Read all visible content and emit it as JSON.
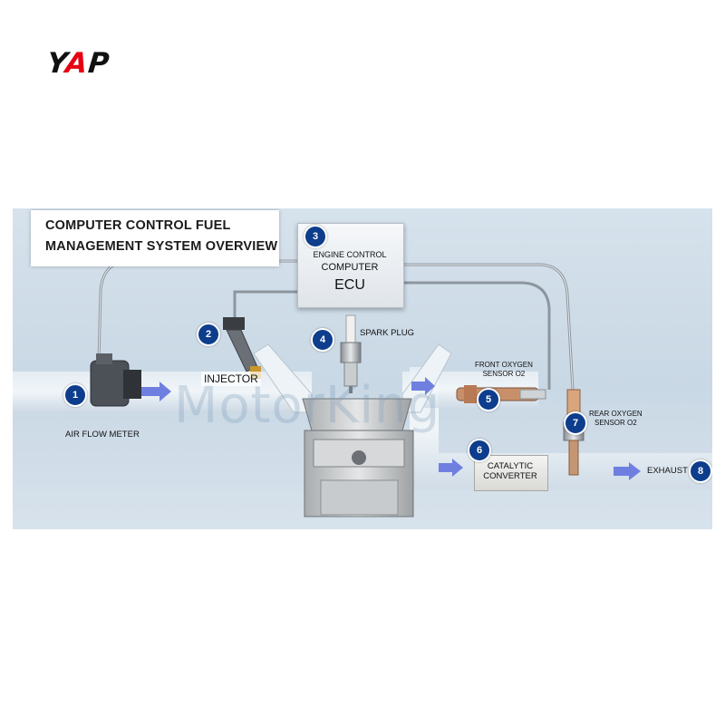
{
  "logo": {
    "y": "Y",
    "a": "A",
    "p": "P"
  },
  "title": {
    "line1": "COMPUTER CONTROL FUEL",
    "line2": "MANAGEMENT SYSTEM OVERVIEW"
  },
  "watermark": "MotorKing",
  "components": {
    "air_flow_meter": {
      "number": "1",
      "label": "AIR FLOW METER"
    },
    "injector": {
      "number": "2",
      "label": "INJECTOR"
    },
    "ecu": {
      "number": "3",
      "line1": "ENGINE CONTROL",
      "line2": "COMPUTER",
      "line3": "ECU"
    },
    "spark_plug": {
      "number": "4",
      "label": "SPARK PLUG"
    },
    "front_o2": {
      "number": "5",
      "line1": "FRONT OXYGEN",
      "line2": "SENSOR O2"
    },
    "catalytic": {
      "number": "6",
      "line1": "CATALYTIC",
      "line2": "CONVERTER"
    },
    "rear_o2": {
      "number": "7",
      "line1": "REAR OXYGEN",
      "line2": "SENSOR O2"
    },
    "exhaust": {
      "number": "8",
      "label": "EXHAUST"
    }
  },
  "colors": {
    "badge": "#0d3d8c",
    "arrow": "#6f7fe0",
    "logo_accent": "#e60012"
  }
}
